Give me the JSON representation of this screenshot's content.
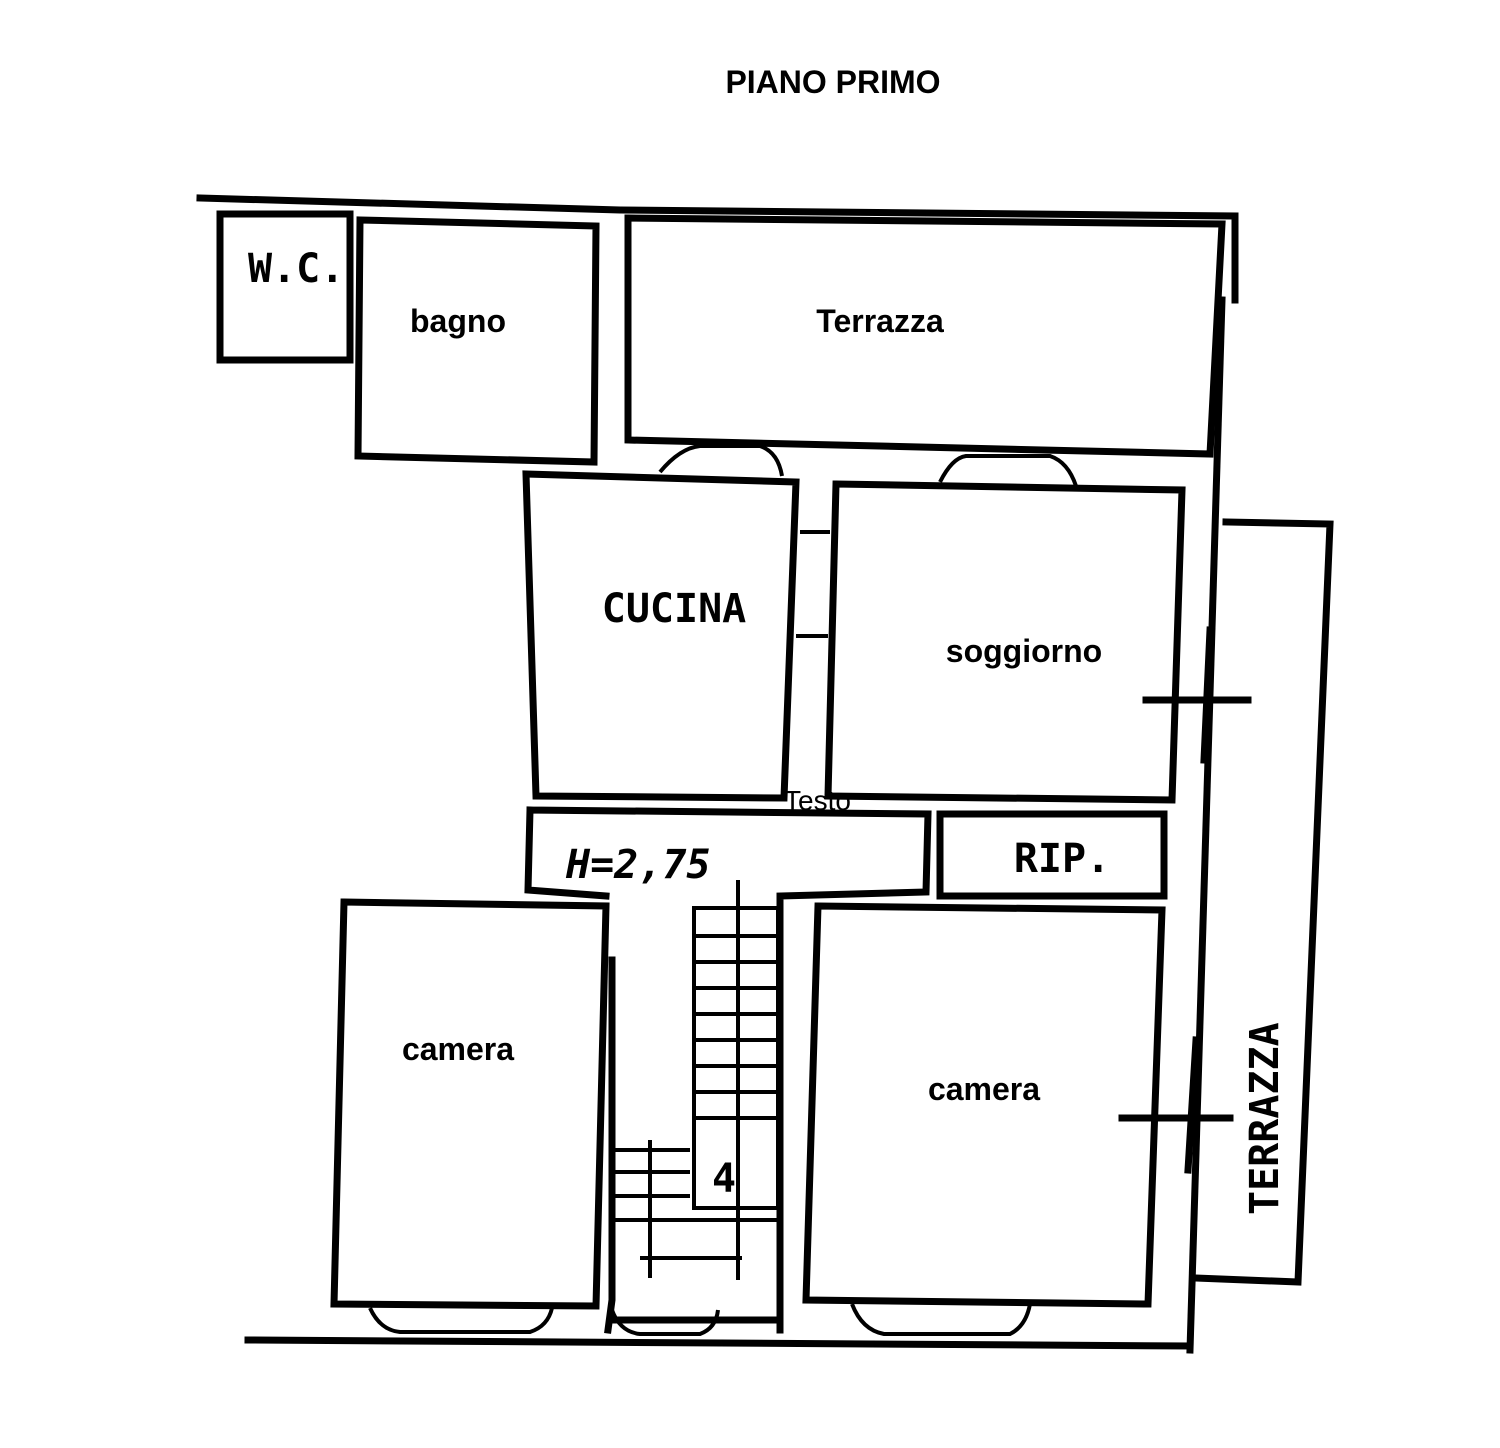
{
  "title": "PIANO PRIMO",
  "rooms": {
    "wc": "W.C.",
    "bagno": "bagno",
    "terrazza_top": "Terrazza",
    "cucina": "CUCINA",
    "soggiorno": "soggiorno",
    "corridoio_height": "H=2,75",
    "ripostiglio": "RIP.",
    "camera_left": "camera",
    "camera_right": "camera",
    "terrazza_side": "TERRAZZA"
  },
  "annotations": {
    "testo": "Testo",
    "stair_mark": "4"
  }
}
